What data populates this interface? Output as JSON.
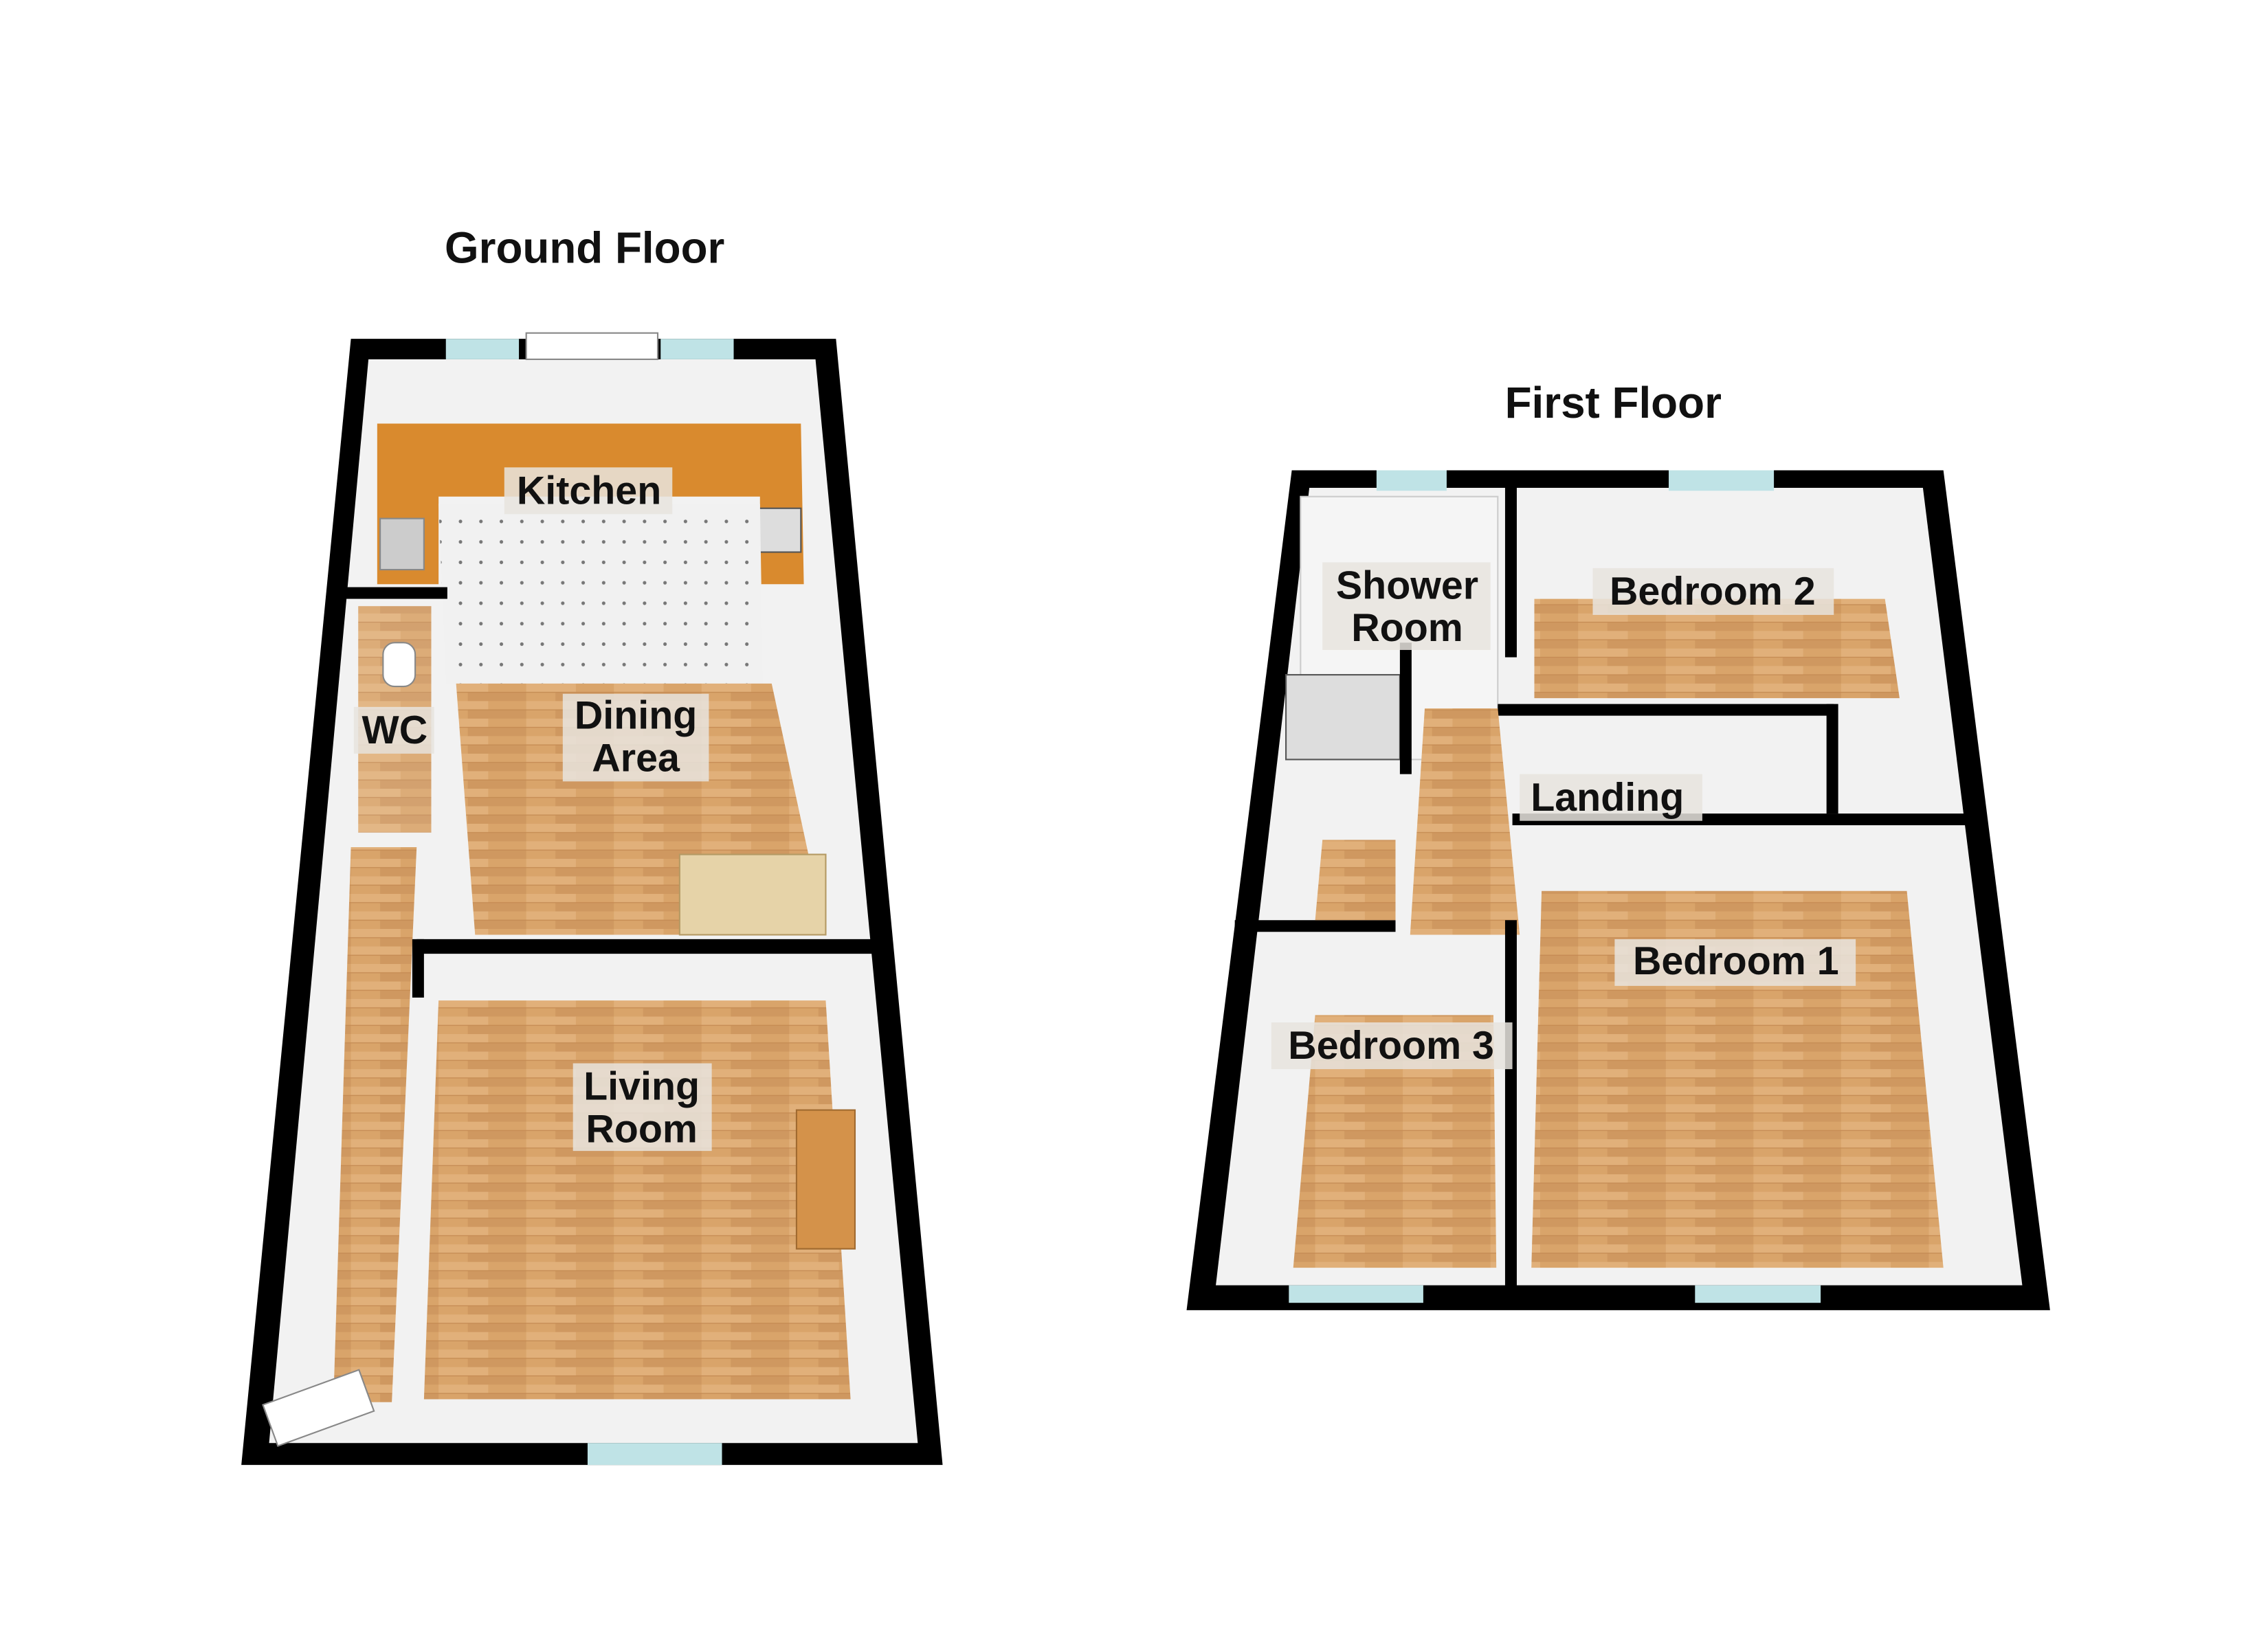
{
  "ground_floor": {
    "title": "Ground Floor",
    "rooms": {
      "kitchen": "Kitchen",
      "dining_line1": "Dining",
      "dining_line2": "Area",
      "wc": "WC",
      "living_line1": "Living",
      "living_line2": "Room"
    }
  },
  "first_floor": {
    "title": "First Floor",
    "rooms": {
      "shower_line1": "Shower",
      "shower_line2": "Room",
      "bedroom2": "Bedroom 2",
      "landing": "Landing",
      "bedroom1": "Bedroom 1",
      "bedroom3": "Bedroom 3"
    }
  },
  "colors": {
    "wall": "#000000",
    "wood_floor": "#d9a46a",
    "worktop": "#d98a2e",
    "tile_floor": "#eeeeee",
    "window": "#bfe3e6"
  }
}
